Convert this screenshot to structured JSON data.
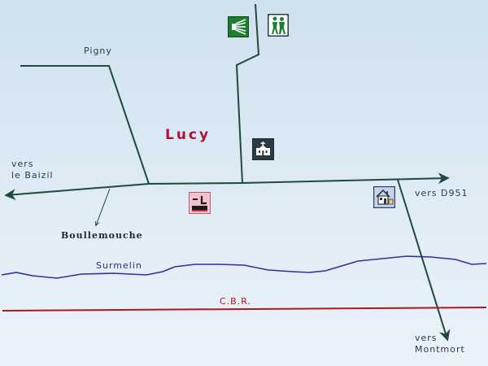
{
  "map": {
    "labels": {
      "pigny": "Pigny",
      "lucy": "Lucy",
      "vers_le_baizil_1": "vers",
      "vers_le_baizil_2": "le Baizil",
      "vers_d951": "vers D951",
      "boullemouche": "Boullemouche",
      "surmelin": "Surmelin",
      "cbr": "C.B.R.",
      "vers_montmort_1": "vers",
      "vers_montmort_2": "Montmort"
    },
    "icons": [
      "signpost-icon",
      "hikers-icon",
      "church-icon",
      "laundry-icon",
      "gite-house-icon"
    ],
    "colors": {
      "road": "#1f4a3c",
      "river": "#3a2aa0",
      "rail": "#b01818",
      "town_label": "#b0103a",
      "green_icon": "#1e7d2e",
      "dark_icon": "#2b3a44"
    }
  }
}
